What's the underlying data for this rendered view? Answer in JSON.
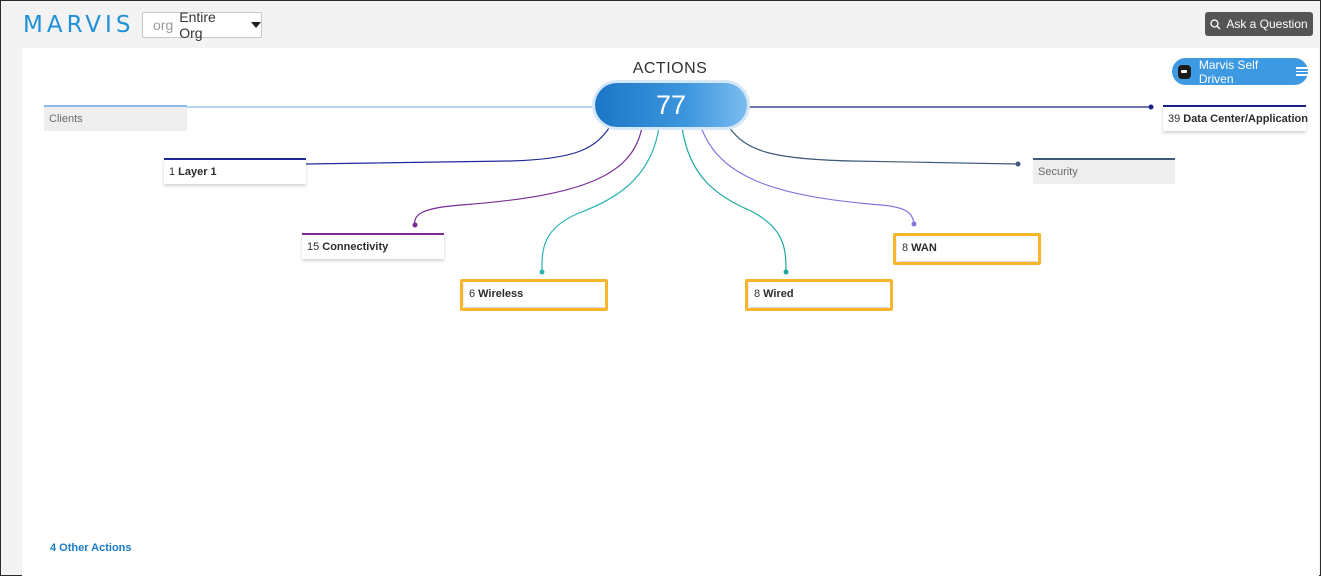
{
  "app": {
    "logo": "MARVIS"
  },
  "org_select": {
    "prefix": "org",
    "value": "Entire Org"
  },
  "ask_button": {
    "label": "Ask a Question"
  },
  "self_driven_button": {
    "label": "Marvis Self Driven"
  },
  "actions": {
    "title": "ACTIONS",
    "total": "77"
  },
  "categories": {
    "clients": {
      "count": "",
      "label": "Clients",
      "color": "#8ab9e8",
      "disabled": true
    },
    "layer1": {
      "count": "1",
      "label": "Layer 1",
      "color": "#1f2a9a"
    },
    "connectivity": {
      "count": "15",
      "label": "Connectivity",
      "color": "#7a2b96"
    },
    "wireless": {
      "count": "6",
      "label": "Wireless",
      "color": "#29b5b3",
      "highlighted": true
    },
    "wired": {
      "count": "8",
      "label": "Wired",
      "color": "#1aa99f",
      "highlighted": true
    },
    "wan": {
      "count": "8",
      "label": "WAN",
      "color": "#8279e0",
      "highlighted": true
    },
    "security": {
      "count": "",
      "label": "Security",
      "color": "#3e5a7a",
      "disabled": true
    },
    "datacenter": {
      "count": "39",
      "label": "Data Center/Application",
      "color": "#1a2480"
    }
  },
  "other_actions": {
    "label": "4 Other Actions"
  },
  "colors": {
    "brand": "#1f90d8",
    "highlight": "#f7b52b"
  }
}
